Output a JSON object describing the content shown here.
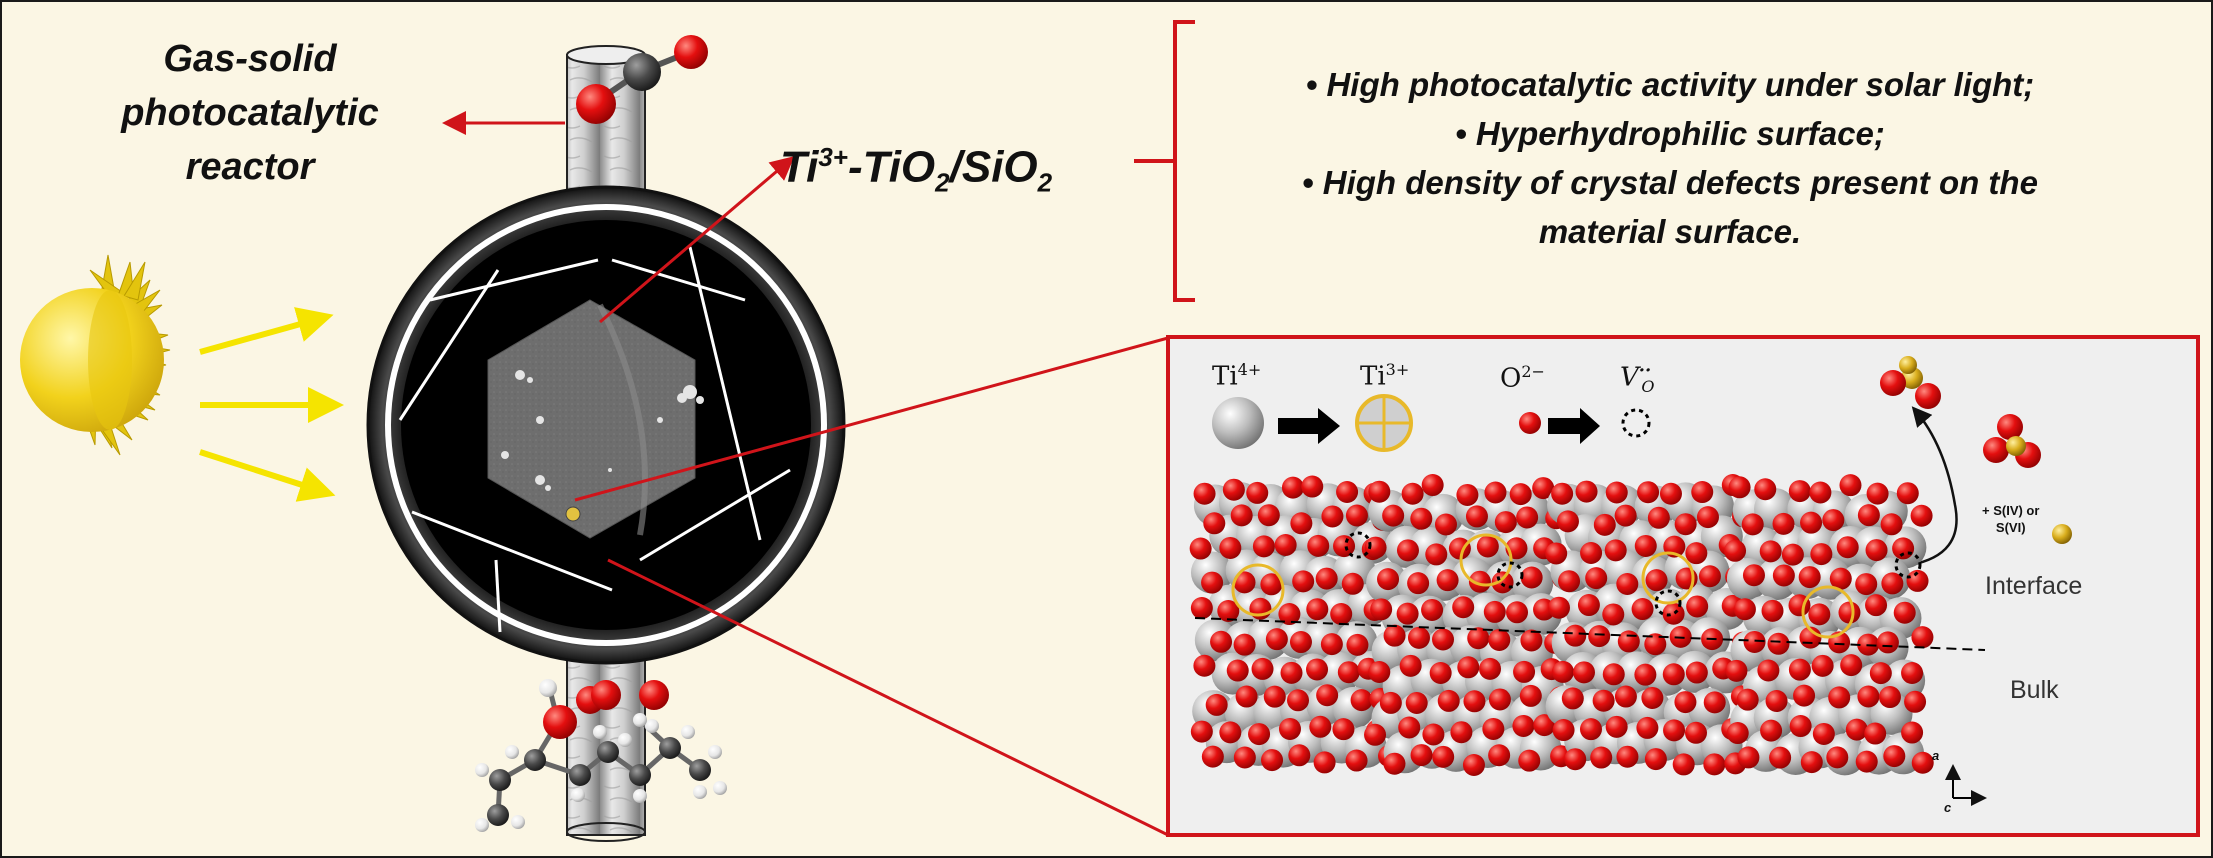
{
  "reactor_label": {
    "line1": "Gas-solid",
    "line2": "photocatalytic",
    "line3": "reactor"
  },
  "material_formula": {
    "ti": "Ti",
    "charge": "3+",
    "part2": "-TiO",
    "sub1": "2",
    "part3": "/SiO",
    "sub2": "2"
  },
  "properties": {
    "item1": "•  High photocatalytic activity under solar light;",
    "item2": "•  Hyperhydrophilic surface;",
    "item3a": "•  High density of crystal defects present on the",
    "item3b": "material surface."
  },
  "defect_panel": {
    "ti4_label": "Ti",
    "ti4_charge": "4+",
    "ti3_label": "Ti",
    "ti3_charge": "3+",
    "o2_label": "O",
    "o2_charge": "2−",
    "vacancy_label": "V",
    "vacancy_sub": "O",
    "vacancy_charge": "··",
    "sulfur_label_line1": "+ S(IV) or",
    "sulfur_label_line2": "S(VI)",
    "interface_label": "Interface",
    "bulk_label": "Bulk",
    "axis_a": "a",
    "axis_c": "c"
  },
  "colors": {
    "background": "#fbf6e4",
    "accent_red": "#d0141a",
    "sun_yellow": "#f2d21c",
    "oxygen_red": "#e10e0e",
    "titanium_gray": "#b8b8b8",
    "ti3_yellow": "#e8b92a",
    "sulfur_gold": "#c9a11a",
    "panel_bg": "#efefef"
  }
}
